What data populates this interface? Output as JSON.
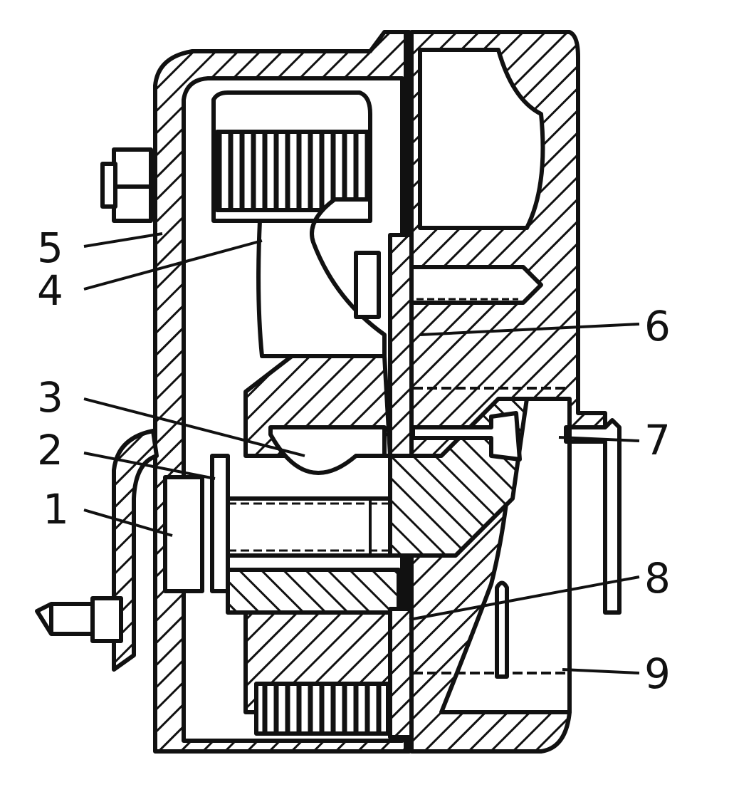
{
  "diagram": {
    "ink_color": "#111111",
    "paper_color": "#ffffff",
    "callouts": {
      "c1": "1",
      "c2": "2",
      "c3": "3",
      "c4": "4",
      "c5": "5",
      "c6": "6",
      "c7": "7",
      "c8": "8",
      "c9": "9"
    }
  }
}
